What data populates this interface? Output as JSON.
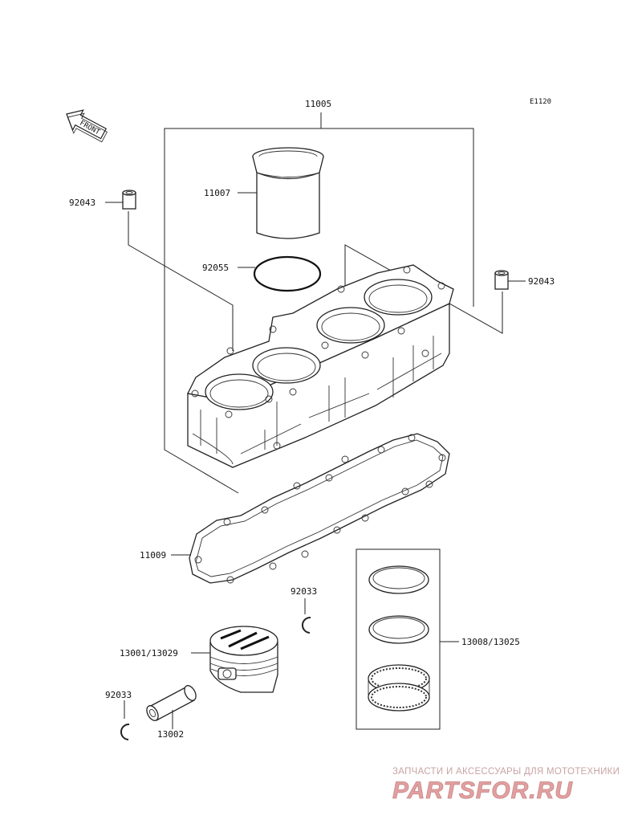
{
  "diagram": {
    "code": "E1120",
    "front_label": "FRONT",
    "labels": {
      "cylinder_block": "11005",
      "liner": "11007",
      "dowel_left": "92043",
      "dowel_right": "92043",
      "o_ring": "92055",
      "base_gasket": "11009",
      "circlip_top": "92033",
      "piston": "13001/13029",
      "rings": "13008/13025",
      "circlip_bottom": "92033",
      "piston_pin": "13002"
    }
  },
  "watermark": {
    "tagline": "ЗАПЧАСТИ И АКСЕССУАРЫ ДЛЯ МОТОТЕХНИКИ",
    "brand": "PARTSFOR.RU",
    "colors": {
      "tagline": "#c9a3a3",
      "brand": "#e2a0a0",
      "brand_stroke": "#c78585"
    }
  }
}
